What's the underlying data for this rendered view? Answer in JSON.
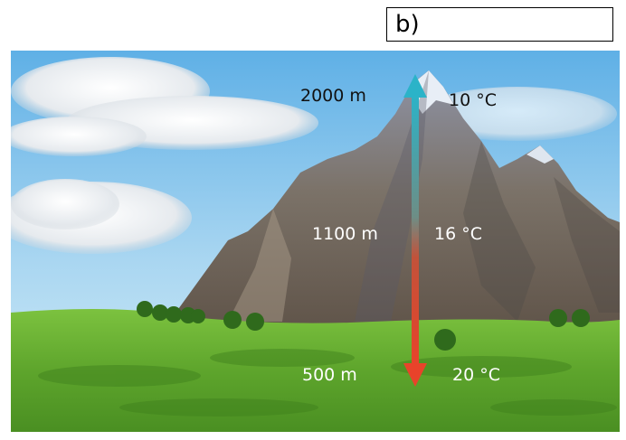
{
  "figure_label": "b)",
  "scale": {
    "top": {
      "altitude": "2000 m",
      "temperature": "10 °C"
    },
    "middle": {
      "altitude": "1100 m",
      "temperature": "16 °C"
    },
    "bottom": {
      "altitude": "500 m",
      "temperature": "20 °C"
    }
  },
  "colors": {
    "arrow_top": "#2bb3c8",
    "arrow_bottom": "#e8432a",
    "sky": "#8cc6ea",
    "grass": "#6bb234"
  }
}
